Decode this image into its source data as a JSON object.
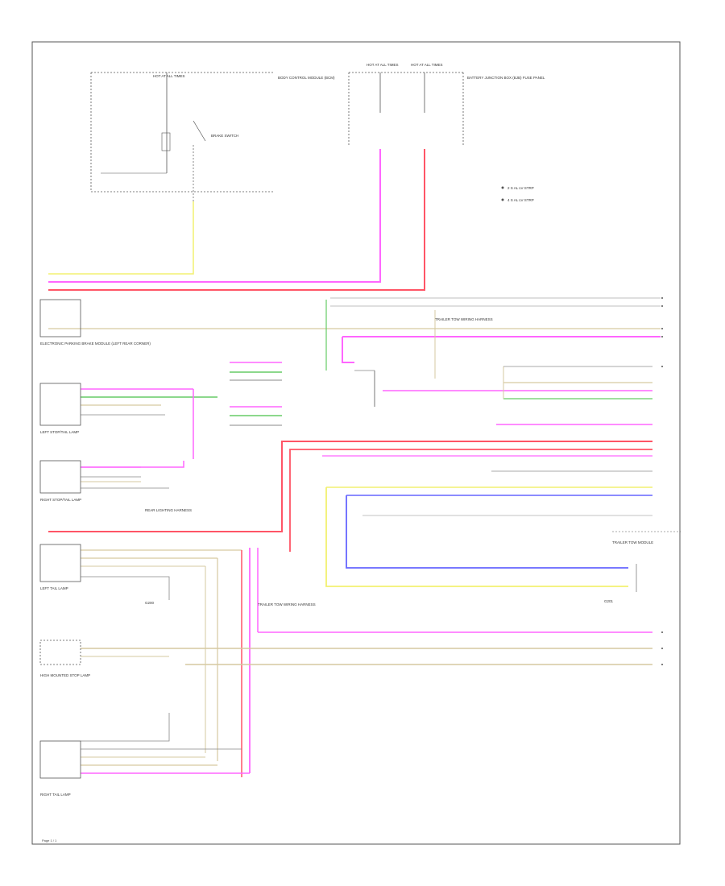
{
  "colors": {
    "pink": "#ff66ff",
    "red": "#ff5566",
    "yellow": "#f2f070",
    "green": "#66cc66",
    "blue": "#6666ff",
    "tan": "#d6c9a0",
    "gray": "#888888",
    "box": "#555555"
  },
  "legend": {
    "item1": "2 S AL LV STRP",
    "item2": "4 S AL LV STRP"
  },
  "page_label": "Page 1 / 1",
  "labels": {
    "top_left_fuse": "HOT AT ALL TIMES",
    "top_left_module": "BODY CONTROL MODULE (BCM)",
    "top_right_fuse_a": "HOT AT ALL TIMES",
    "top_right_fuse_b": "HOT AT ALL TIMES",
    "top_right_module": "BATTERY JUNCTION BOX (BJB) FUSE PANEL",
    "brake_switch": "BRAKE SWITCH",
    "cp_module": "ELECTRONIC PARKING BRAKE MODULE (LEFT REAR CORNER)",
    "left_stop_tail": "LEFT STOP/TAIL LAMP",
    "right_stop_tail": "RIGHT STOP/TAIL LAMP",
    "left_tail": "LEFT TAIL LAMP",
    "high_mount": "HIGH MOUNTED STOP LAMP",
    "right_tail": "RIGHT TAIL LAMP",
    "trailer_module": "TRAILER TOW MODULE",
    "ground_left": "G200",
    "ground_right": "G201",
    "harness_a": "TRAILER TOW WIRING HARNESS",
    "harness_b": "TRAILER TOW WIRING HARNESS",
    "splice_note": "REAR LIGHTING HARNESS"
  }
}
